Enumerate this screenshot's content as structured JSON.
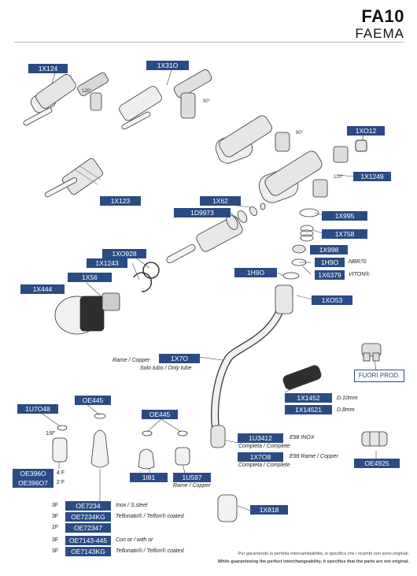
{
  "header": {
    "code": "FA10",
    "brand": "FAEMA"
  },
  "labels": {
    "p1x124": "1X124",
    "p1x310": "1X31O",
    "p1x123": "1X123",
    "p1x012": "1XO12",
    "p1x1249": "1X1249",
    "p1x62": "1X62",
    "p1d9973": "1D9973",
    "p1x995": "1X995",
    "p1x758": "1X758",
    "p1x0928": "1XO928",
    "p1x1243": "1X1243",
    "p1x998": "1X998",
    "p1h90a": "1H9O",
    "p1x6379": "1X6379",
    "p1h90b": "1H9O",
    "p1x56": "1X56",
    "p1x444": "1X444",
    "p1x053": "1XO53",
    "p1x70": "1X7O",
    "fuori": "FUORI PROD.",
    "p1u7048": "1U7O48",
    "oe445a": "OE445",
    "oe445b": "OE445",
    "x1452": "1X1452",
    "x14521": "1X14521",
    "u3412": "1U3412",
    "x708": "1X7O8",
    "oe3960": "OE396O",
    "oe39607": "OE396O7",
    "i81": "1I81",
    "u597": "1U597",
    "oe4925": "OE4925",
    "oe7234": "OE7234",
    "oe7234kg": "OE7234KG",
    "oe72347": "OE72347",
    "oe7143_445": "OE7143-445",
    "oe7143kg": "OE7143KG",
    "x818": "1X818"
  },
  "notes": {
    "angle120a": "120°",
    "angle90a": "90°",
    "angle90b": "90°",
    "angle120b": "120°",
    "nbr70": "NBR70",
    "viton": "VITON®",
    "rame1": "Rame / Copper",
    "solo": "Solo tubo / Only tube",
    "d10": "D.10mm",
    "d8": "D.8mm",
    "e98inox": "E98 INOX",
    "completa1": "Completa / Complete",
    "e98rame": "E98 Rame / Copper",
    "completa2": "Completa / Complete",
    "inch": "1/8\"",
    "f4": "4 F",
    "f2": "2 F",
    "rame2": "Rame / Copper",
    "inox": "Inox / S.steel",
    "teflon1": "Teflonato® / Teflon® coated",
    "conor": "Con or / with or",
    "teflon2": "Teflonato® / Teflon® coated"
  },
  "prefixes": {
    "a": "3F",
    "b": "3F",
    "c": "2F",
    "d": "3F",
    "e": "3F"
  },
  "footer": {
    "line1": "Pur garantendo la perfetta intercambiabilità, si specifica che i ricambi non sono originali.",
    "line2": "While guaranteeing the perfect interchangeability, it specifies that the parts are not original."
  },
  "colors": {
    "tag": "#2a4c85",
    "line": "#555555"
  }
}
